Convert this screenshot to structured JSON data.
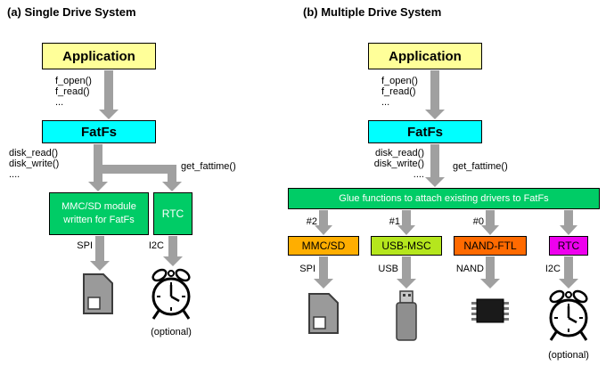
{
  "colors": {
    "application_box": "#FFFF99",
    "fatfs_box": "#00FFFF",
    "green_box": "#00CC66",
    "arrow": "#A0A0A0",
    "mmcsd_box": "#FFAE00",
    "usbmsc_box": "#B5E61D",
    "nandftl_box": "#FF6A00",
    "rtc_box": "#EE00EE"
  },
  "panel_a": {
    "title": "(a) Single Drive System",
    "application_label": "Application",
    "api_calls": [
      "f_open()",
      "f_read()",
      "..."
    ],
    "fatfs_label": "FatFs",
    "disk_calls": [
      "disk_read()",
      "disk_write()",
      "...."
    ],
    "get_fattime_label": "get_fattime()",
    "driver_lines": [
      "MMC/SD module",
      "written for FatFs"
    ],
    "rtc_label": "RTC",
    "spi_label": "SPI",
    "i2c_label": "I2C",
    "optional_label": "(optional)"
  },
  "panel_b": {
    "title": "(b) Multiple Drive System",
    "application_label": "Application",
    "api_calls": [
      "f_open()",
      "f_read()",
      "..."
    ],
    "fatfs_label": "FatFs",
    "disk_calls": [
      "disk_read()",
      "disk_write()",
      "...."
    ],
    "get_fattime_label": "get_fattime()",
    "glue_label": "Glue functions to attach existing drivers to FatFs",
    "drives": [
      {
        "number": "#2",
        "label": "MMC/SD",
        "bus": "SPI"
      },
      {
        "number": "#1",
        "label": "USB-MSC",
        "bus": "USB"
      },
      {
        "number": "#0",
        "label": "NAND-FTL",
        "bus": "NAND"
      },
      {
        "number": "",
        "label": "RTC",
        "bus": "I2C"
      }
    ],
    "optional_label": "(optional)"
  }
}
